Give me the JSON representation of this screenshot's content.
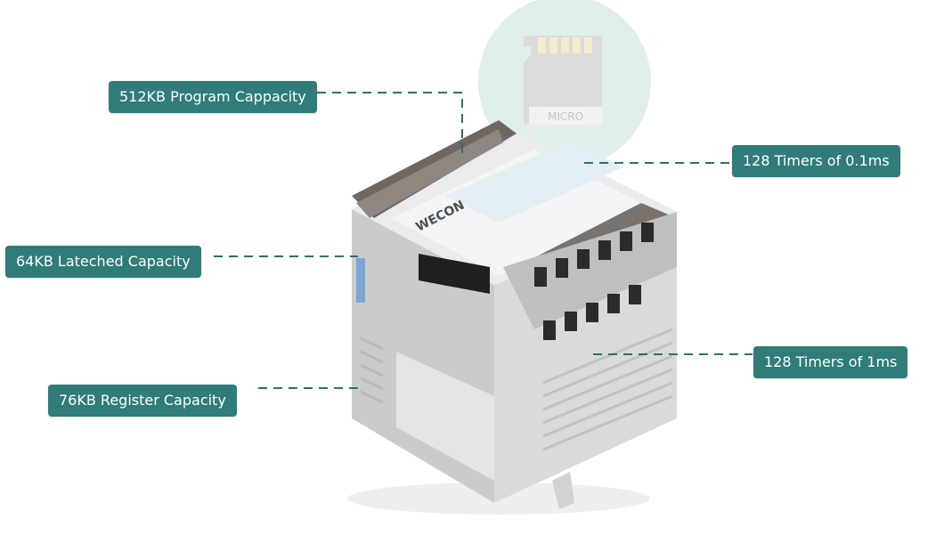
{
  "labels": {
    "program_capacity": "512KB Program Cappacity",
    "timers_01ms": "128 Timers of 0.1ms",
    "latched_capacity": "64KB Lateched Capacity",
    "timers_1ms": "128 Timers of 1ms",
    "register_capacity": "76KB Register Capacity"
  },
  "device": {
    "brand": "WECON",
    "card_label": "MICRO"
  },
  "colors": {
    "callout_bg": "#2f7c78",
    "callout_text": "#ffffff",
    "dash_line": "#2f6f6a",
    "card_circle": "#dfeee9"
  }
}
